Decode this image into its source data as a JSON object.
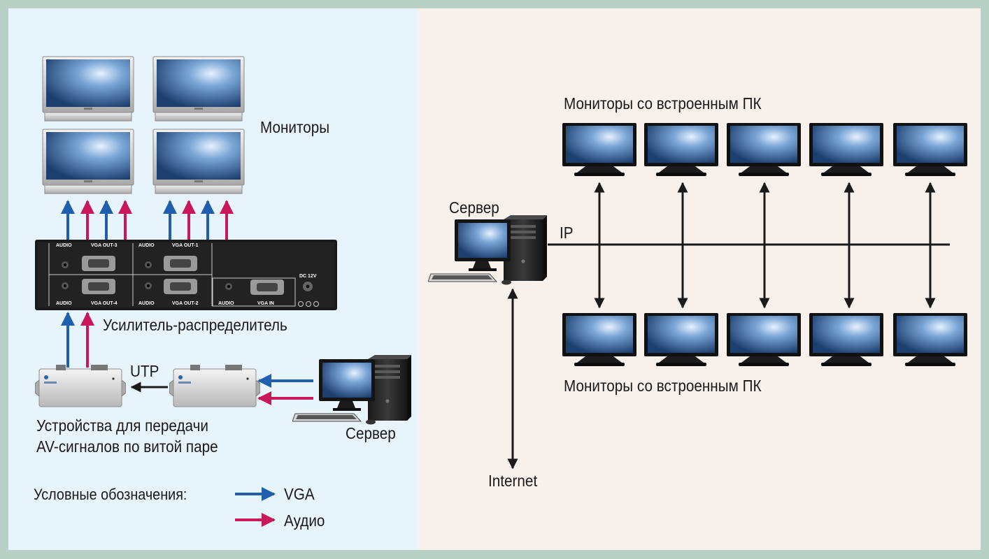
{
  "left": {
    "monitors_label": "Мониторы",
    "amplifier_label": "Усилитель-распределитель",
    "utp_label": "UTP",
    "twisted_pair_line1": "Устройства для передачи",
    "twisted_pair_line2": "AV-сигналов по витой паре",
    "server_label": "Сервер",
    "legend_title": "Условные обозначения:",
    "legend_vga": "VGA",
    "legend_audio": "Аудио",
    "amp_top_labels": [
      "AUDIO",
      "VGA OUT-3",
      "AUDIO",
      "VGA OUT-1"
    ],
    "amp_bottom_labels": [
      "AUDIO",
      "VGA OUT-4",
      "AUDIO",
      "VGA OUT-2",
      "AUDIO",
      "VGA IN"
    ],
    "amp_dc_label": "DC 12V"
  },
  "right": {
    "top_monitors_label": "Мониторы со встроенным ПК",
    "bottom_monitors_label": "Мониторы со встроенным ПК",
    "server_label": "Сервер",
    "ip_label": "IP",
    "internet_label": "Internet"
  },
  "colors": {
    "vga": "#1f5fae",
    "audio": "#c8185a",
    "left_bg": "#e8f4fb",
    "right_bg": "#f8f0eb",
    "frame": "#b9d0c6"
  }
}
